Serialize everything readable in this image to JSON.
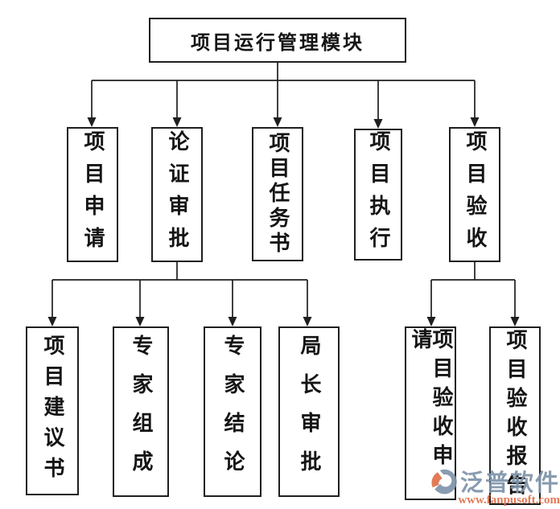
{
  "diagram": {
    "root": {
      "label": "项目运行管理模块"
    },
    "level1": [
      {
        "label": "项目申请"
      },
      {
        "label": "论证审批"
      },
      {
        "label": "项目任务书"
      },
      {
        "label": "项目执行"
      },
      {
        "label": "项目验收"
      }
    ],
    "level2_under_review": [
      {
        "label": "项目建议书"
      },
      {
        "label": "专家组成"
      },
      {
        "label": "专家结论"
      },
      {
        "label": "局长审批"
      }
    ],
    "level2_under_acceptance": [
      {
        "label": "项目验收申请"
      },
      {
        "label": "项目验收报告"
      }
    ]
  },
  "watermark": {
    "brand": "泛普软件",
    "url": "www.fanpusoft.com",
    "brand_color": "#8095ab",
    "url_color": "#e0714b",
    "logo_orange": "#e0714b",
    "logo_blue": "#8095ab"
  },
  "colors": {
    "line": "#1f1f1f",
    "box_border": "#1f1f1f",
    "box_bg": "#ffffff",
    "page_bg": "#ffffff"
  }
}
